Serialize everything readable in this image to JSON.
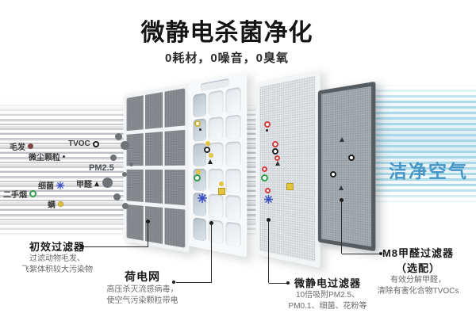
{
  "title": "微静电杀菌净化",
  "subtitle": "0耗材，0噪音，0臭氧",
  "clean_air": {
    "label": "洁净空气",
    "color": "#4596c6"
  },
  "pollutants": [
    {
      "label": "毛发",
      "icon": "hair-dot",
      "color": "#7e4440"
    },
    {
      "label": "TVOC",
      "icon": "tvoc-ring",
      "color": "#1d1d1d"
    },
    {
      "label": "微尘颗粒",
      "icon": "dust-dot",
      "color": "#333333"
    },
    {
      "label": "PM2.5",
      "icon": "pm25-particles",
      "color": "#6f7377"
    },
    {
      "label": "细菌",
      "icon": "bacteria-star",
      "color": "#3a4fc4"
    },
    {
      "label": "甲醛",
      "icon": "formaldehyde-triangle",
      "color": "#222222"
    },
    {
      "label": "二手烟",
      "icon": "smoke-ring",
      "color": "#2e9e4a"
    },
    {
      "label": "螨",
      "icon": "mite-dot",
      "color": "#e2c23c"
    }
  ],
  "filters": [
    {
      "name": "初效过滤器",
      "desc": [
        "过滤动物毛发、",
        "飞絮体积较大污染物"
      ]
    },
    {
      "name": "荷电网",
      "desc": [
        "高压杀灭流感病毒，",
        "使空气污染颗粒带电"
      ]
    },
    {
      "name": "微静电过滤器",
      "desc": [
        "10倍吸附PM2.5、",
        "PM0.1、细菌、花粉等"
      ]
    },
    {
      "name": "M8甲醛过滤器",
      "name2": "（选配）",
      "desc": [
        "有效分解甲醛，",
        "清除有害化合物TVOCs"
      ]
    }
  ],
  "panel_icon_colors": {
    "red": "#cf3d3d",
    "yellow": "#e3c43e",
    "green": "#2e9e4a",
    "blue": "#3a4fc4",
    "black": "#222222"
  }
}
